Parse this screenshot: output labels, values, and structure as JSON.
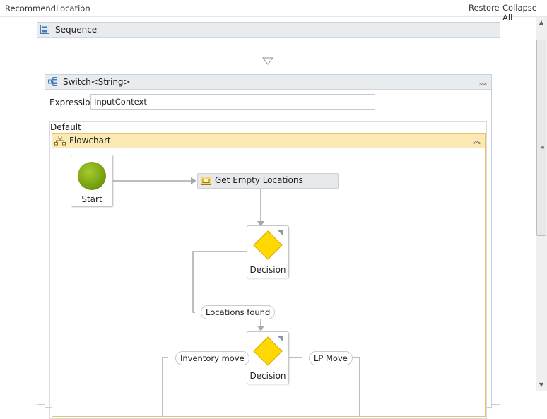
{
  "header": {
    "title": "RecommendLocation",
    "restore_label": "Restore",
    "collapse_all_label": "Collapse All"
  },
  "sequence": {
    "label": "Sequence",
    "icon": "sequence-icon"
  },
  "switch": {
    "label": "Switch<String>",
    "icon": "switch-icon",
    "expression_label": "Expression",
    "expression_value": "InputContext",
    "default_label": "Default"
  },
  "flowchart": {
    "label": "Flowchart",
    "icon": "flowchart-icon",
    "start_label": "Start",
    "activity_label": "Get Empty Locations",
    "decision1_label": "Decision",
    "decision2_label": "Decision",
    "edge_locations_found": "Locations found",
    "edge_inventory_move": "Inventory move",
    "edge_lp_move": "LP Move"
  },
  "colors": {
    "flowchart_header": "#fbe9b4",
    "container_header": "#e9ecef",
    "start_node": "#7aa80d",
    "decision_node": "#ffd800"
  }
}
